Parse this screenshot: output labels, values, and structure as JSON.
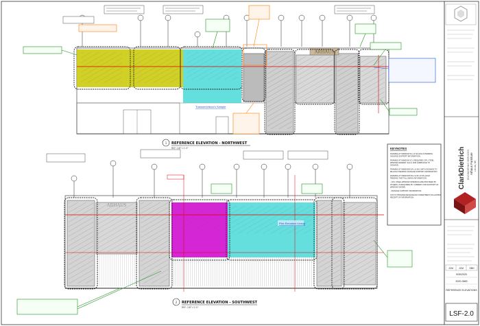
{
  "elevations": {
    "northwest": {
      "number": "1",
      "title": "REFERENCE ELEVATION - NORTHWEST",
      "scale": "REF: 1/8\"=1'-0\""
    },
    "southwest": {
      "number": "2",
      "title": "REFERENCE ELEVATION - SOUTHWEST",
      "scale": "REF: 1/8\"=1'-0\""
    }
  },
  "signage": {
    "top_sign": "ARHAUS",
    "bottom_sign": "ARHAUS"
  },
  "callouts": {
    "north_link": "Transom/vision's Sample",
    "south_link": "Pick Elevation Lineup"
  },
  "notes": {
    "header": "KEYNOTES",
    "items": [
      "FRAMING AT WINDOW 5A-1 & 5A-HOLLS PENDING SIGNAGE SUPPORT INFORMATION.",
      "FRAMING AT WINDOW 5C-2 REQUIRES CFS, STEEL WINDOW HEADER, SILLS, AND JAMBS DUE TO SIGNAGE.",
      "FRAMING AT WINDOWS 5A-1 & 5A-2 WITH SIGNAGE TO BE HOLD PENDING SIGNAGE SUPPORT INFORMATION.",
      "FRAMING AT WINDOWS 5F-2 & 5F-10 ON-HOLD PENDING THE FOLLOWING INFORMATION:",
      "- CFS, STEEL WINDOW OPENINGS ARE PROVIDED BY OTHERS, IS REQUIRED BY CURRENT FOR SUPPORT OF WINDOW SHOWN.",
      "- SIGNAGE SUPPORT INFORMATION.",
      "CFS TO PROVIDE DESIGN/HOW COMMITMENT FOLLOWING RECEIPT OF INFORMATION."
    ]
  },
  "title_block": {
    "firm": "ClarkDietrich",
    "firm_sub": "ENGINEERING SERVICES",
    "project": "Arhaus Furniture",
    "project_location": "Lincoln, NE",
    "sheet_number": "LSF-2.0",
    "sheet_title": "REFERENCE ELEVATIONS",
    "date": "9/30/2020",
    "job_number": "2020-0883",
    "initials": [
      "JCM",
      "JCM",
      "SBH"
    ]
  },
  "colors": {
    "highlight_yellow": "#c8c800",
    "highlight_cyan": "#3ed6d6",
    "highlight_magenta": "#cc00cc",
    "markup_red": "#e00000",
    "markup_green": "#1f8f1f",
    "markup_orange": "#ff7a00",
    "markup_blue": "#1a4fd6",
    "logo_red": "#b22222"
  }
}
